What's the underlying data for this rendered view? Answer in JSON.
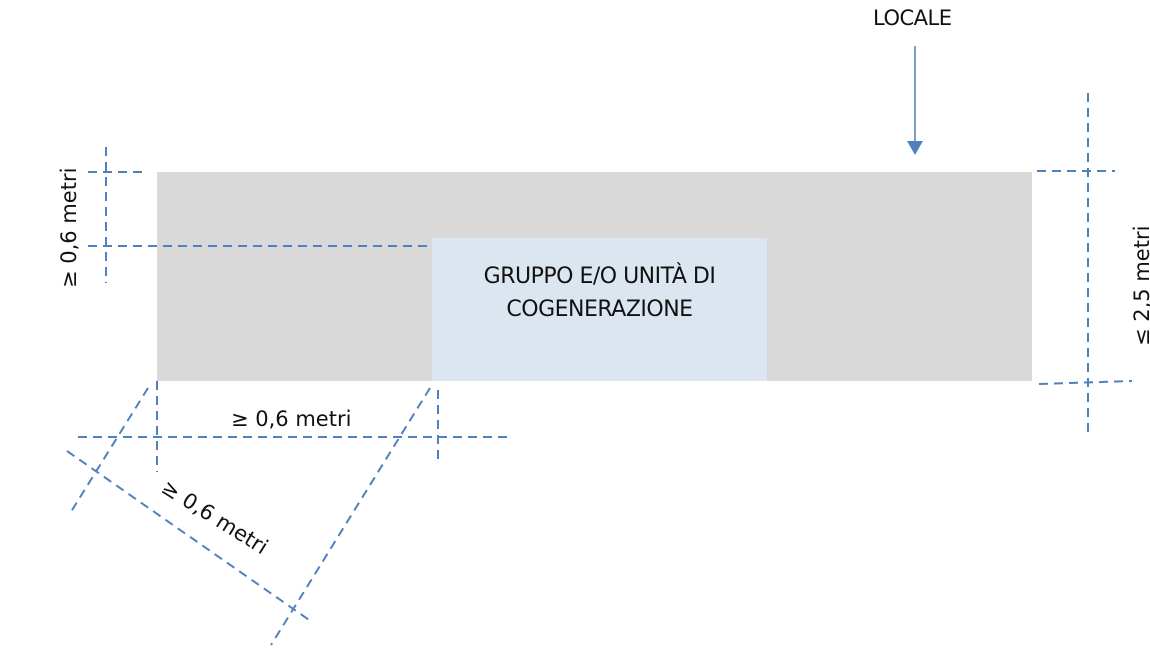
{
  "diagram": {
    "room_label": "LOCALE",
    "unit_label": "GRUPPO E/O UNITÀ DI\nCOGENERAZIONE",
    "dimensions": {
      "left_clearance": "≥ 0,6 metri",
      "front_clearance": "≥ 0,6 metri",
      "diagonal_clearance": "≥ 0,6 metri",
      "max_height": "≤ 2,5 metri"
    },
    "colors": {
      "room_fill": "#d9d9d9",
      "unit_fill": "#dce6f1",
      "dimension_line": "#4f81bd",
      "arrow": "#4f81bd",
      "text": "#111111"
    }
  }
}
